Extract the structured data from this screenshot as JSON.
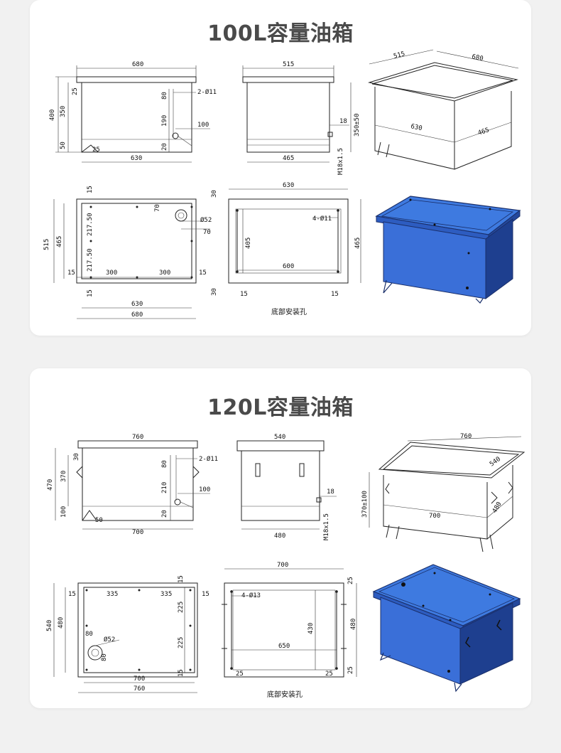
{
  "page": {
    "background": "#f1f1f1",
    "card_color": "#ffffff",
    "title_color": "#4a4a4a",
    "tank_blue": "#3c6fd6",
    "tank_blue_dark": "#1f46a8"
  },
  "tank100": {
    "title": "100L容量油箱",
    "front": {
      "w680": "680",
      "w630": "630",
      "h400": "400",
      "h350": "350",
      "h25": "25",
      "h50": "50",
      "b25": "25",
      "v80": "80",
      "v190": "190",
      "v20": "20",
      "hole": "2-Ø11",
      "d100": "100"
    },
    "side": {
      "w515": "515",
      "w465": "465",
      "d18": "18",
      "h350_50": "350±50",
      "m18": "M18x1.5"
    },
    "iso": {
      "w515": "515",
      "w680": "680",
      "w630": "630",
      "w465": "465"
    },
    "top": {
      "t15a": "15",
      "h515": "515",
      "h465": "465",
      "h217a": "217.50",
      "h217b": "217.50",
      "t15b": "15",
      "d70a": "70",
      "d52": "Ø52",
      "d70b": "70",
      "w15a": "15",
      "w300a": "300",
      "w300b": "300",
      "w15b": "15",
      "w630": "630",
      "w680": "680"
    },
    "bottom": {
      "w630": "630",
      "t30a": "30",
      "t30b": "30",
      "h405": "405",
      "hole": "4-Ø11",
      "h465": "465",
      "w600": "600",
      "w15a": "15",
      "w15b": "15",
      "caption": "底部安装孔"
    }
  },
  "tank120": {
    "title": "120L容量油箱",
    "front": {
      "w760": "760",
      "w700": "700",
      "h470": "470",
      "h370": "370",
      "h30": "30",
      "h100": "100",
      "b50": "50",
      "v80": "80",
      "v210": "210",
      "v20": "20",
      "hole": "2-Ø11",
      "d100": "100"
    },
    "side": {
      "w540": "540",
      "w480": "480",
      "d18": "18",
      "h370_100": "370±100",
      "m18": "M18x1.5"
    },
    "iso": {
      "w760": "760",
      "w540": "540",
      "w700": "700",
      "w480": "480"
    },
    "top": {
      "w15a": "15",
      "w335a": "335",
      "w335b": "335",
      "w15b": "15",
      "t15a": "15",
      "h540": "540",
      "h480": "480",
      "h225a": "225",
      "h225b": "225",
      "d80a": "80",
      "d52": "Ø52",
      "d80b": "80",
      "t15b": "15",
      "w700": "700",
      "w760": "760"
    },
    "bottom": {
      "w700": "700",
      "t25a": "25",
      "t25b": "25",
      "hole": "4-Ø13",
      "h430": "430",
      "h480": "480",
      "w650": "650",
      "w25a": "25",
      "w25b": "25",
      "caption": "底部安装孔"
    }
  }
}
